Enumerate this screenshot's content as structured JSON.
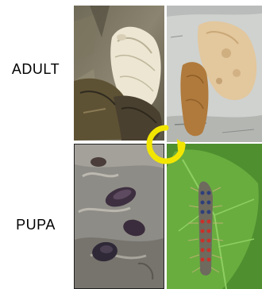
{
  "labels": {
    "adult": "ADULT",
    "pupa": "PUPA"
  },
  "panels": {
    "adult": {
      "icon": "adult-moth-photo"
    },
    "eggs": {
      "icon": "egg-mass-photo"
    },
    "pupa": {
      "icon": "pupae-photo"
    },
    "larva": {
      "icon": "caterpillar-photo"
    }
  },
  "cycle_arrow": {
    "icon": "cycle-arrow-icon",
    "color": "#f2e600"
  },
  "colors": {
    "arrow": "#f2e600",
    "caterpillar_spots_red": "#c8322a",
    "caterpillar_spots_blue": "#2e3f7a"
  }
}
